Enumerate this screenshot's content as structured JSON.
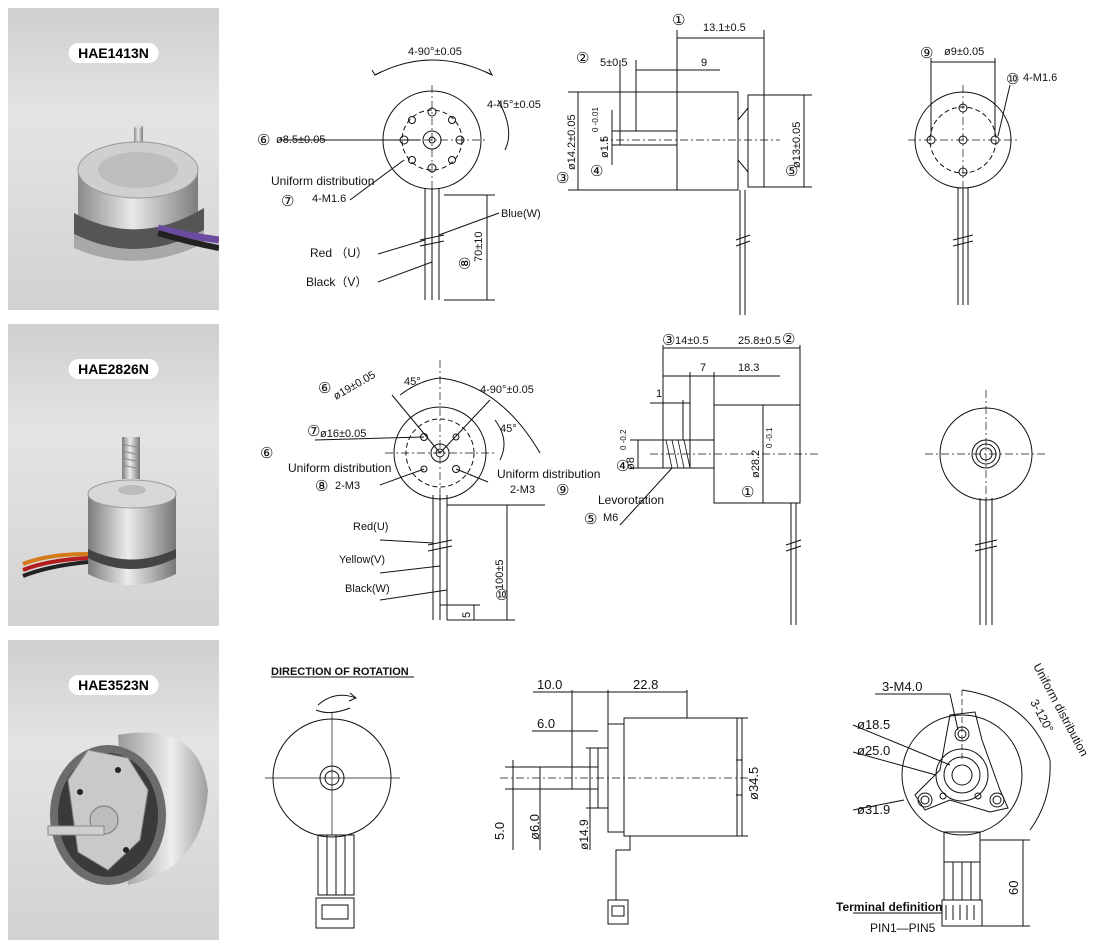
{
  "models": [
    {
      "label": "HAE1413N"
    },
    {
      "label": "HAE2826N"
    },
    {
      "label": "HAE3523N"
    }
  ],
  "row1": {
    "angle_a": "4-90°±0.05",
    "angle_b": "4-45°±0.05",
    "d_circle": "ø8.5±0.05",
    "uniform": "Uniform distribution",
    "threads": "4-M1.6",
    "blue": "Blue(W)",
    "red": "Red （U）",
    "black": "Black（V）",
    "lead_len": "70±10",
    "total_len": "13.1±0.5",
    "shaft_len": "5±0.5",
    "body_len": "9",
    "body_d": "ø14.2±0.05",
    "shaft_d": "ø1.5",
    "shaft_tol": "0 -0.01",
    "hub_d": "ø13±0.05",
    "rear_d": "ø9±0.05",
    "rear_threads": "4-M1.6",
    "num": [
      "①",
      "②",
      "③",
      "④",
      "⑤",
      "⑥",
      "⑦",
      "⑧",
      "⑨",
      "⑩"
    ]
  },
  "row2": {
    "angle_45a": "45°",
    "angle_90": "4-90°±0.05",
    "angle_45b": "45°",
    "d19": "ø19±0.05",
    "d16": "ø16±0.05",
    "uniform_left": "Uniform distribution",
    "m3_left": "2-M3",
    "uniform_right": "Uniform distribution",
    "m3_right": "2-M3",
    "red": "Red(U)",
    "yellow": "Yellow(V)",
    "black": "Black(W)",
    "lead_len": "100±5",
    "strip": "5",
    "thread_len": "14±0.5",
    "total_len": "25.8±0.5",
    "one": "1",
    "seven": "7",
    "body_len": "18.3",
    "shaft_d": "ø8",
    "shaft_tol": "0 -0.2",
    "body_d": "ø28.2",
    "body_tol": "0 -0.1",
    "levo": "Levorotation",
    "m6": "M6"
  },
  "row3": {
    "direction": "DIRECTION OF ROTATION",
    "dim_10": "10.0",
    "dim_228": "22.8",
    "dim_6": "6.0",
    "dim_5": "5.0",
    "d6": "ø6.0",
    "d149": "ø14.9",
    "d345": "ø34.5",
    "threads": "3-M4.0",
    "d185": "ø18.5",
    "d25": "ø25.0",
    "d319": "ø31.9",
    "uniform": "Uniform distribution",
    "angle": "3-120°",
    "len60": "60",
    "terminal": "Terminal definition",
    "pins": "PIN1—PIN5"
  }
}
